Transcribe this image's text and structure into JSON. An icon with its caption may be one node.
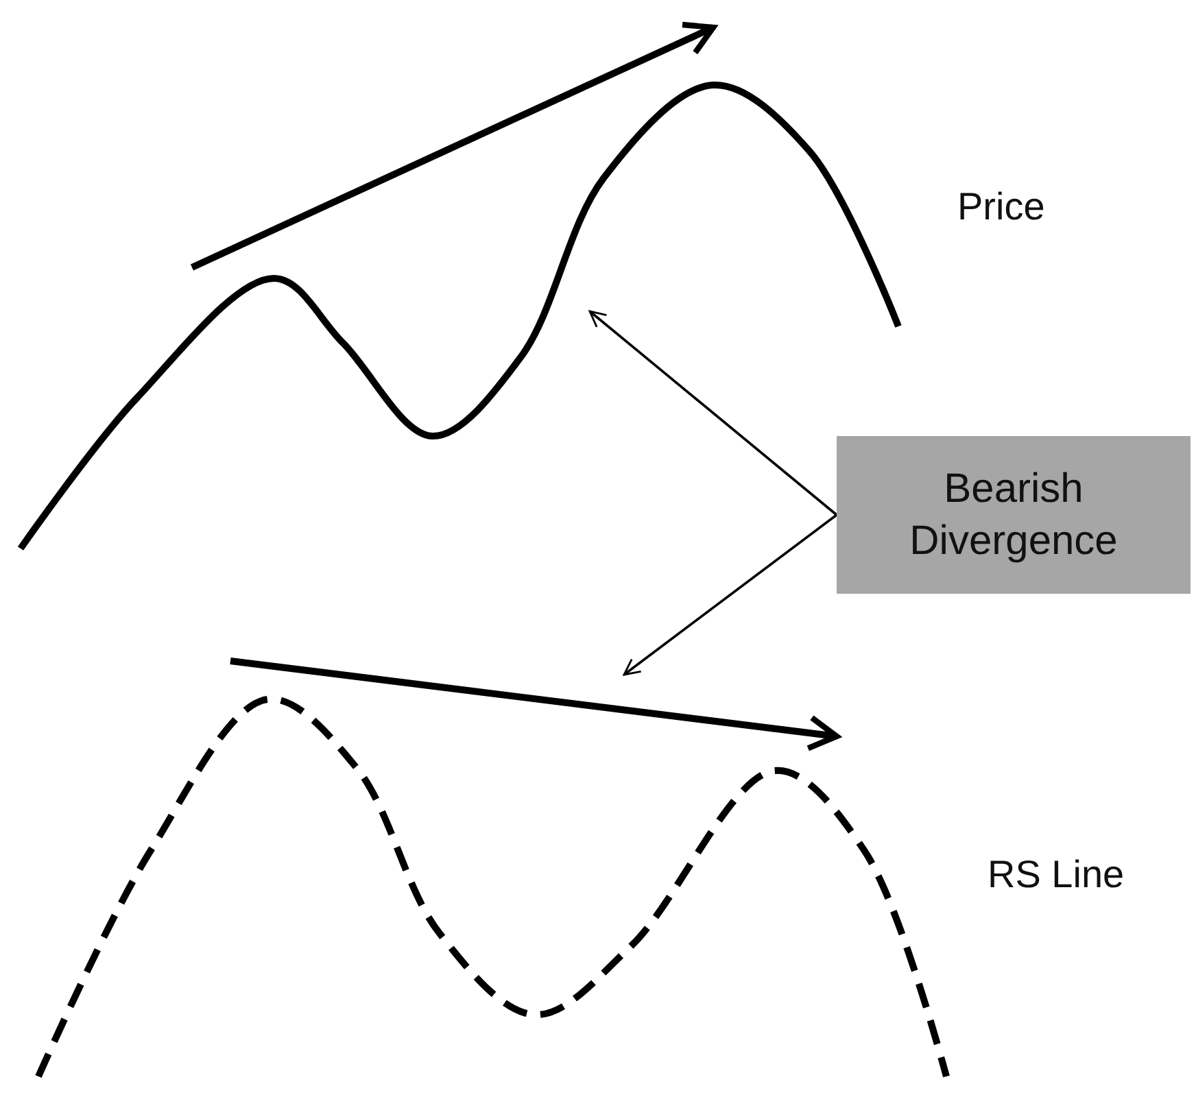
{
  "diagram": {
    "nodes": [
      {
        "text": [],
        "shape": "line"
      },
      {
        "text": [
          "Bearish Divergence"
        ]
      },
      {
        "text": [],
        "shape": "line"
      }
    ],
    "edges": [
      {
        "from": 1,
        "to": 0,
        "arrow": "to"
      },
      {
        "from": 1,
        "to": 2,
        "arrow": "to"
      }
    ],
    "labels": [
      "Price",
      "RS Line"
    ]
  }
}
